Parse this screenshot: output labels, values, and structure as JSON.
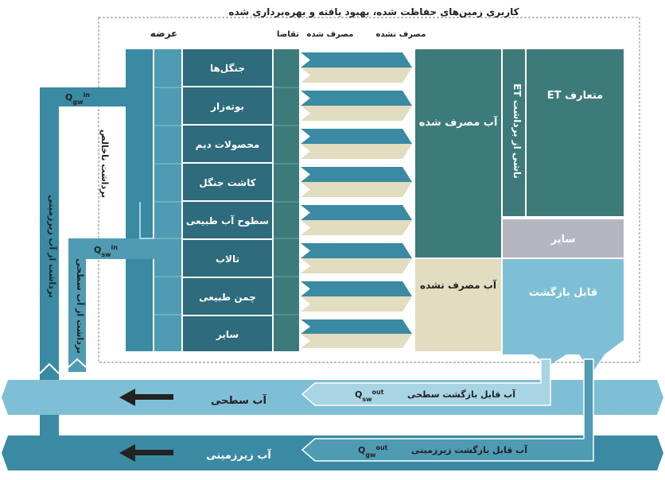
{
  "title": "کاربری زمین‌های حفاظت شده، بهبود یافته و بهره‌برداری شده",
  "headers": {
    "supply": "عرضه",
    "demand": "تقاضا",
    "consumed": "مصرف شده",
    "unconsumed": "مصرف نشده"
  },
  "land_uses": [
    "جنگل‌ها",
    "بوته‌زار",
    "محصولات دیم",
    "کاشت جنگل",
    "سطوح آب طبیعی",
    "تالاب",
    "چمن طبیعی",
    "سایر"
  ],
  "boxes": {
    "consumed_water": "آب مصرف شده",
    "et_withdrawal": "ET ناشی از برداشت",
    "et_conventional": "ET متعارف",
    "other": "سایر",
    "unconsumed_water": "آب مصرف نشده",
    "returnable": "قابل بازگشت"
  },
  "withdrawals": {
    "net": "برداشت ناخالص",
    "groundwater": "برداشت از آب زیرزمینی",
    "surface": "برداشت از آب سطحی"
  },
  "flows": {
    "q_gw_in": "Q",
    "q_gw_in_sub": "gw",
    "q_gw_in_sup": "in",
    "q_sw_in": "Q",
    "q_sw_in_sub": "sw",
    "q_sw_in_sup": "in",
    "q_sw_out": "Q",
    "q_sw_out_sub": "sw",
    "q_sw_out_sup": "out",
    "q_gw_out": "Q",
    "q_gw_out_sub": "gw",
    "q_gw_out_sup": "out"
  },
  "channels": {
    "surface_water": "آب سطحی",
    "ground_water": "آب زیرزمینی",
    "surface_return": "آب قابل بازگشت سطحی",
    "ground_return": "آب قابل بازگشت زیرزمینی"
  },
  "colors": {
    "dark_teal": "#2e6b7c",
    "mid_teal": "#3a8aa3",
    "light_blue": "#7fbfd6",
    "pale_blue": "#a8d4e3",
    "beige": "#e2dcc0",
    "green_teal": "#3d7b7a",
    "gray": "#b6b6c2"
  }
}
